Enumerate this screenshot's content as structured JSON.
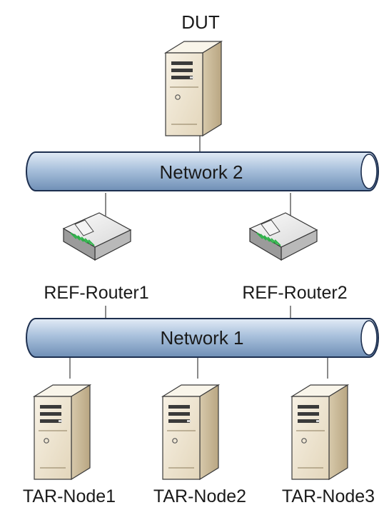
{
  "nodes": {
    "dut": "DUT",
    "ref_router1": "REF-Router1",
    "ref_router2": "REF-Router2",
    "tar_node1": "TAR-Node1",
    "tar_node2": "TAR-Node2",
    "tar_node3": "TAR-Node3"
  },
  "networks": {
    "network2": "Network 2",
    "network1": "Network 1"
  },
  "icons": {
    "server": "server-icon",
    "router": "router-icon",
    "network": "network-bus-icon"
  },
  "colors": {
    "bus_fill": "#a9c1dc",
    "bus_stroke": "#1d2f4f",
    "server_body": "#eee4cf",
    "router_body": "#efefef",
    "router_light": "#2fb44a",
    "link": "#4a4a4a"
  }
}
